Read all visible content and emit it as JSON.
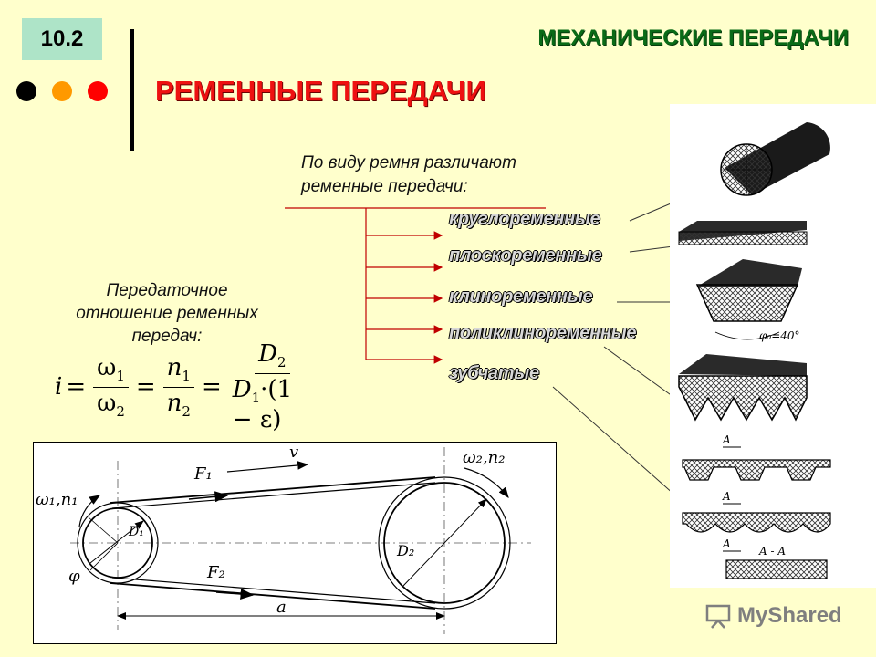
{
  "badge": "10.2",
  "section_title": "МЕХАНИЧЕСКИЕ ПЕРЕДАЧИ",
  "page_title": "РЕМЕННЫЕ ПЕРЕДАЧИ",
  "intro_line1": "По виду ремня различают",
  "intro_line2": "ременные передачи:",
  "belt_types": [
    "круглоременные",
    "плоскоременные",
    "клиноременные",
    "поликлиноременные",
    "зубчатые"
  ],
  "ratio_line1": "Передаточное",
  "ratio_line2": "отношение ременных",
  "ratio_line3": "передач:",
  "formula": {
    "i": "i",
    "omega1": "ω",
    "omega2": "ω",
    "n1": "n",
    "n2": "n",
    "D2": "D",
    "D1": "D",
    "eps": "·(1 − ε)",
    "s1": "1",
    "s2": "2"
  },
  "diagram_labels": {
    "w1n1": "ω₁,n₁",
    "w2n2": "ω₂,n₂",
    "v": "v",
    "F1": "F₁",
    "F2": "F₂",
    "D1": "D₁",
    "D2": "D₂",
    "phi": "φ",
    "a": "a"
  },
  "belt_labels": {
    "angle": "φ₀=40°",
    "A1": "A",
    "A2": "A",
    "A3": "A",
    "AA": "A - A"
  },
  "logo_text": "MyShared",
  "colors": {
    "title_red": "#ee1111",
    "section_green": "#0a6b17",
    "badge_bg": "#aee4c8",
    "arrow_red": "#c00000",
    "dots": [
      "#000000",
      "#ff9900",
      "#ff0000"
    ]
  }
}
